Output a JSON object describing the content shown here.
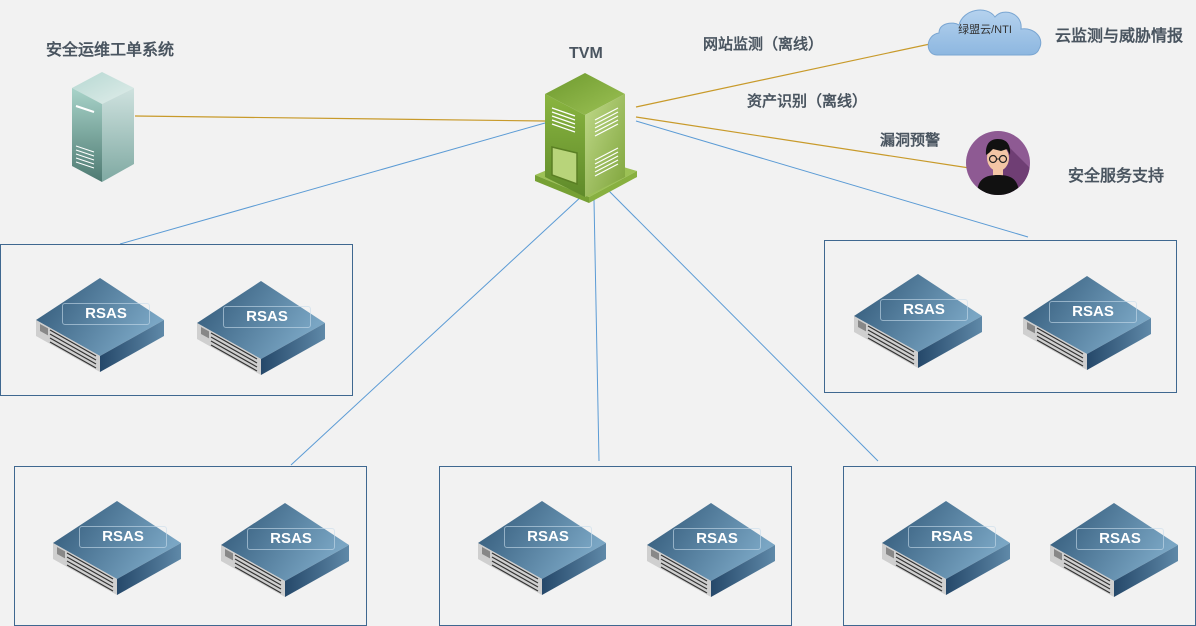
{
  "diagram": {
    "title_nodes": {
      "ops_system": "安全运维工单系统",
      "tvm": "TVM",
      "cloud_label": "绿盟云/NTI",
      "cloud_caption": "云监测与威胁情报",
      "support_caption": "安全服务支持"
    },
    "edge_labels": {
      "website_monitoring": "网站监测（离线）",
      "asset_identification": "资产识别（离线）",
      "vuln_alert": "漏洞预警"
    },
    "device_label": "RSAS",
    "groups": [
      {
        "name": "group-top-left",
        "devices": [
          "RSAS",
          "RSAS"
        ]
      },
      {
        "name": "group-top-right",
        "devices": [
          "RSAS",
          "RSAS"
        ]
      },
      {
        "name": "group-bottom-left",
        "devices": [
          "RSAS",
          "RSAS"
        ]
      },
      {
        "name": "group-bottom-center",
        "devices": [
          "RSAS",
          "RSAS"
        ]
      },
      {
        "name": "group-bottom-right",
        "devices": [
          "RSAS",
          "RSAS"
        ]
      }
    ],
    "colors": {
      "background": "#f2f2f2",
      "box_border": "#3f6890",
      "link_orange": "#c89a2a",
      "link_blue": "#5b9bd5",
      "tvm_green": "#8db040",
      "device_blue": "#3f6a8a",
      "cloud_blue": "#9dc3e6",
      "avatar_purple": "#8e5a93"
    }
  }
}
